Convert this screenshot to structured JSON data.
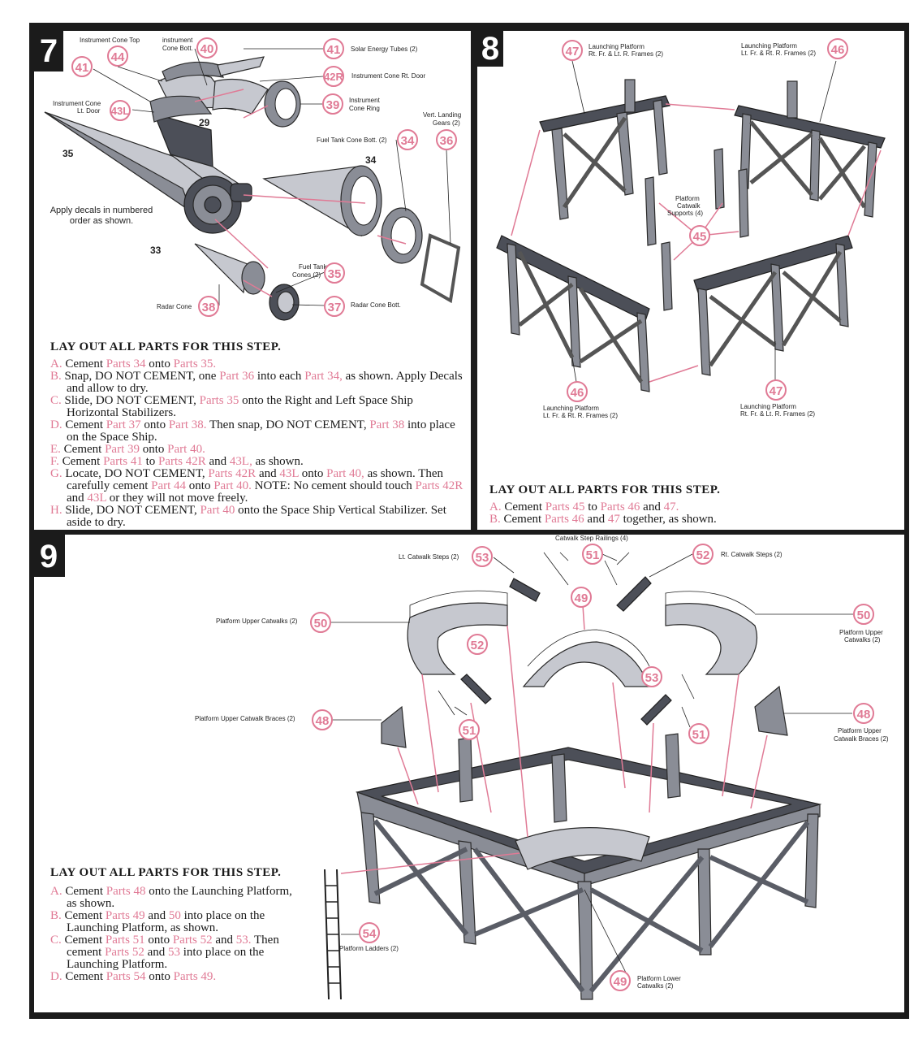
{
  "steps": {
    "s7": {
      "number": "7",
      "labels": {
        "instrument_cone_top": "Instrument Cone Top",
        "instrument_cone_bott_1": "instrument",
        "instrument_cone_bott_2": "Cone Bott.",
        "solar_tubes": "Solar Energy Tubes (2)",
        "cone_rt_door": "Instrument Cone Rt. Door",
        "cone_lt_door_1": "Instrument Cone",
        "cone_lt_door_2": "Lt. Door",
        "cone_ring_1": "Instrument",
        "cone_ring_2": "Cone Ring",
        "vert_gears_1": "Vert. Landing",
        "vert_gears_2": "Gears (2)",
        "fuel_tank_cone_bott": "Fuel Tank Cone Bott. (2)",
        "fuel_tank_cones_1": "Fuel Tank",
        "fuel_tank_cones_2": "Cones (2)",
        "radar_cone": "Radar Cone",
        "radar_cone_bott": "Radar Cone Bott.",
        "num29": "29",
        "num35": "35",
        "num34": "34",
        "num33": "33",
        "apply_1": "Apply decals in numbered",
        "apply_2": "order as shown."
      },
      "circles": {
        "p44": "44",
        "p40": "40",
        "p41a": "41",
        "p41b": "41",
        "p42r": "42R",
        "p43l": "43L",
        "p39": "39",
        "p34": "34",
        "p36": "36",
        "p35": "35",
        "p38": "38",
        "p37": "37"
      },
      "heading": "LAY OUT ALL PARTS FOR THIS STEP.",
      "instructions": {
        "a": {
          "l": "A.",
          "t1": "Cement ",
          "h1": "Parts 34",
          "t2": " onto ",
          "h2": "Parts 35."
        },
        "b": {
          "l": "B.",
          "t1": "Snap, DO NOT CEMENT, one ",
          "h1": "Part 36",
          "t2": " into each ",
          "h2": "Part 34,",
          "t3": " as shown. Apply Decals and allow to dry."
        },
        "c": {
          "l": "C.",
          "t1": "Slide, DO NOT CEMENT, ",
          "h1": "Parts 35",
          "t2": " onto the Right and Left Space Ship Horizontal Stabilizers."
        },
        "d": {
          "l": "D.",
          "t1": "Cement ",
          "h1": "Part 37",
          "t2": " onto ",
          "h2": "Part 38.",
          "t3": " Then snap, DO NOT CEMENT, ",
          "h3": "Part 38",
          "t4": " into place on the Space Ship."
        },
        "e": {
          "l": "E.",
          "t1": "Cement ",
          "h1": "Part 39",
          "t2": " onto ",
          "h2": "Part 40."
        },
        "f": {
          "l": "F.",
          "t1": "Cement ",
          "h1": "Parts 41",
          "t2": " to ",
          "h2": "Parts 42R",
          "t3": " and ",
          "h3": "43L,",
          "t4": " as shown."
        },
        "g": {
          "l": "G.",
          "t1": "Locate, DO NOT CEMENT, ",
          "h1": "Parts 42R",
          "t2": " and ",
          "h2": "43L",
          "t3": " onto ",
          "h3": "Part 40,",
          "t4": " as shown. Then carefully cement ",
          "h4": "Part 44",
          "t5": " onto ",
          "h5": "Part 40.",
          "t6": " NOTE: No cement should touch ",
          "h6": "Parts 42R",
          "t7": " and ",
          "h7": "43L",
          "t8": " or they will not move freely."
        },
        "h": {
          "l": "H.",
          "t1": "Slide, DO NOT CEMENT, ",
          "h1": "Part 40",
          "t2": " onto the Space Ship Vertical Stabilizer. Set aside to dry."
        }
      }
    },
    "s8": {
      "number": "8",
      "labels": {
        "tl_1": "Launching Platform",
        "tl_2": "Rt. Fr. & Lt. R. Frames (2)",
        "tr_1": "Launching Platform",
        "tr_2": "Lt. Fr. & Rt. R. Frames (2)",
        "mid_1": "Platform",
        "mid_2": "Catwalk",
        "mid_3": "Supports (4)",
        "bl_1": "Launching Platform",
        "bl_2": "Lt. Fr. & Rt. R. Frames (2)",
        "br_1": "Launching Platform",
        "br_2": "Rt. Fr. & Lt. R. Frames (2)"
      },
      "circles": {
        "p47a": "47",
        "p46a": "46",
        "p45": "45",
        "p46b": "46",
        "p47b": "47"
      },
      "heading": "LAY OUT ALL PARTS FOR THIS STEP.",
      "instructions": {
        "a": {
          "l": "A.",
          "t1": "Cement ",
          "h1": "Parts 45",
          "t2": " to ",
          "h2": "Parts 46",
          "t3": " and ",
          "h3": "47."
        },
        "b": {
          "l": "B.",
          "t1": "Cement ",
          "h1": "Parts 46",
          "t2": " and ",
          "h2": "47",
          "t3": " together, as shown."
        }
      }
    },
    "s9": {
      "number": "9",
      "labels": {
        "railings": "Catwalk Step Railings (4)",
        "lt_steps": "Lt. Catwalk Steps (2)",
        "rt_steps": "Rt. Catwalk Steps (2)",
        "upper_cat_l": "Platform Upper Catwalks (2)",
        "upper_cat_r_1": "Platform Upper",
        "upper_cat_r_2": "Catwalks (2)",
        "braces_l": "Platform Upper Catwalk Braces (2)",
        "braces_r_1": "Platform Upper",
        "braces_r_2": "Catwalk Braces (2)",
        "ladders": "Platform Ladders (2)",
        "lower_1": "Platform Lower",
        "lower_2": "Catwalks (2)"
      },
      "circles": {
        "p51a": "51",
        "p53a": "53",
        "p52a": "52",
        "p49a": "49",
        "p50a": "50",
        "p50b": "50",
        "p52b": "52",
        "p53b": "53",
        "p48a": "48",
        "p48b": "48",
        "p51b": "51",
        "p51c": "51",
        "p54": "54",
        "p49b": "49"
      },
      "heading": "LAY OUT ALL PARTS FOR THIS STEP.",
      "instructions": {
        "a": {
          "l": "A.",
          "t1": "Cement ",
          "h1": "Parts 48",
          "t2": " onto the Launching Platform, as shown."
        },
        "b": {
          "l": "B.",
          "t1": "Cement ",
          "h1": "Parts 49",
          "t2": " and ",
          "h2": "50",
          "t3": " into place on the Launching Platform, as shown."
        },
        "c": {
          "l": "C.",
          "t1": "Cement ",
          "h1": "Parts 51",
          "t2": " onto ",
          "h2": "Parts 52",
          "t3": " and ",
          "h3": "53.",
          "t4": " Then cement ",
          "h4": "Parts 52",
          "t5": " and ",
          "h5": "53",
          "t6": " into place on the Launching Platform."
        },
        "d": {
          "l": "D.",
          "t1": "Cement ",
          "h1": "Parts 54",
          "t2": " onto ",
          "h2": "Parts 49."
        }
      }
    }
  },
  "colors": {
    "accent": "#e07a95",
    "ink": "#1b1b1b"
  }
}
